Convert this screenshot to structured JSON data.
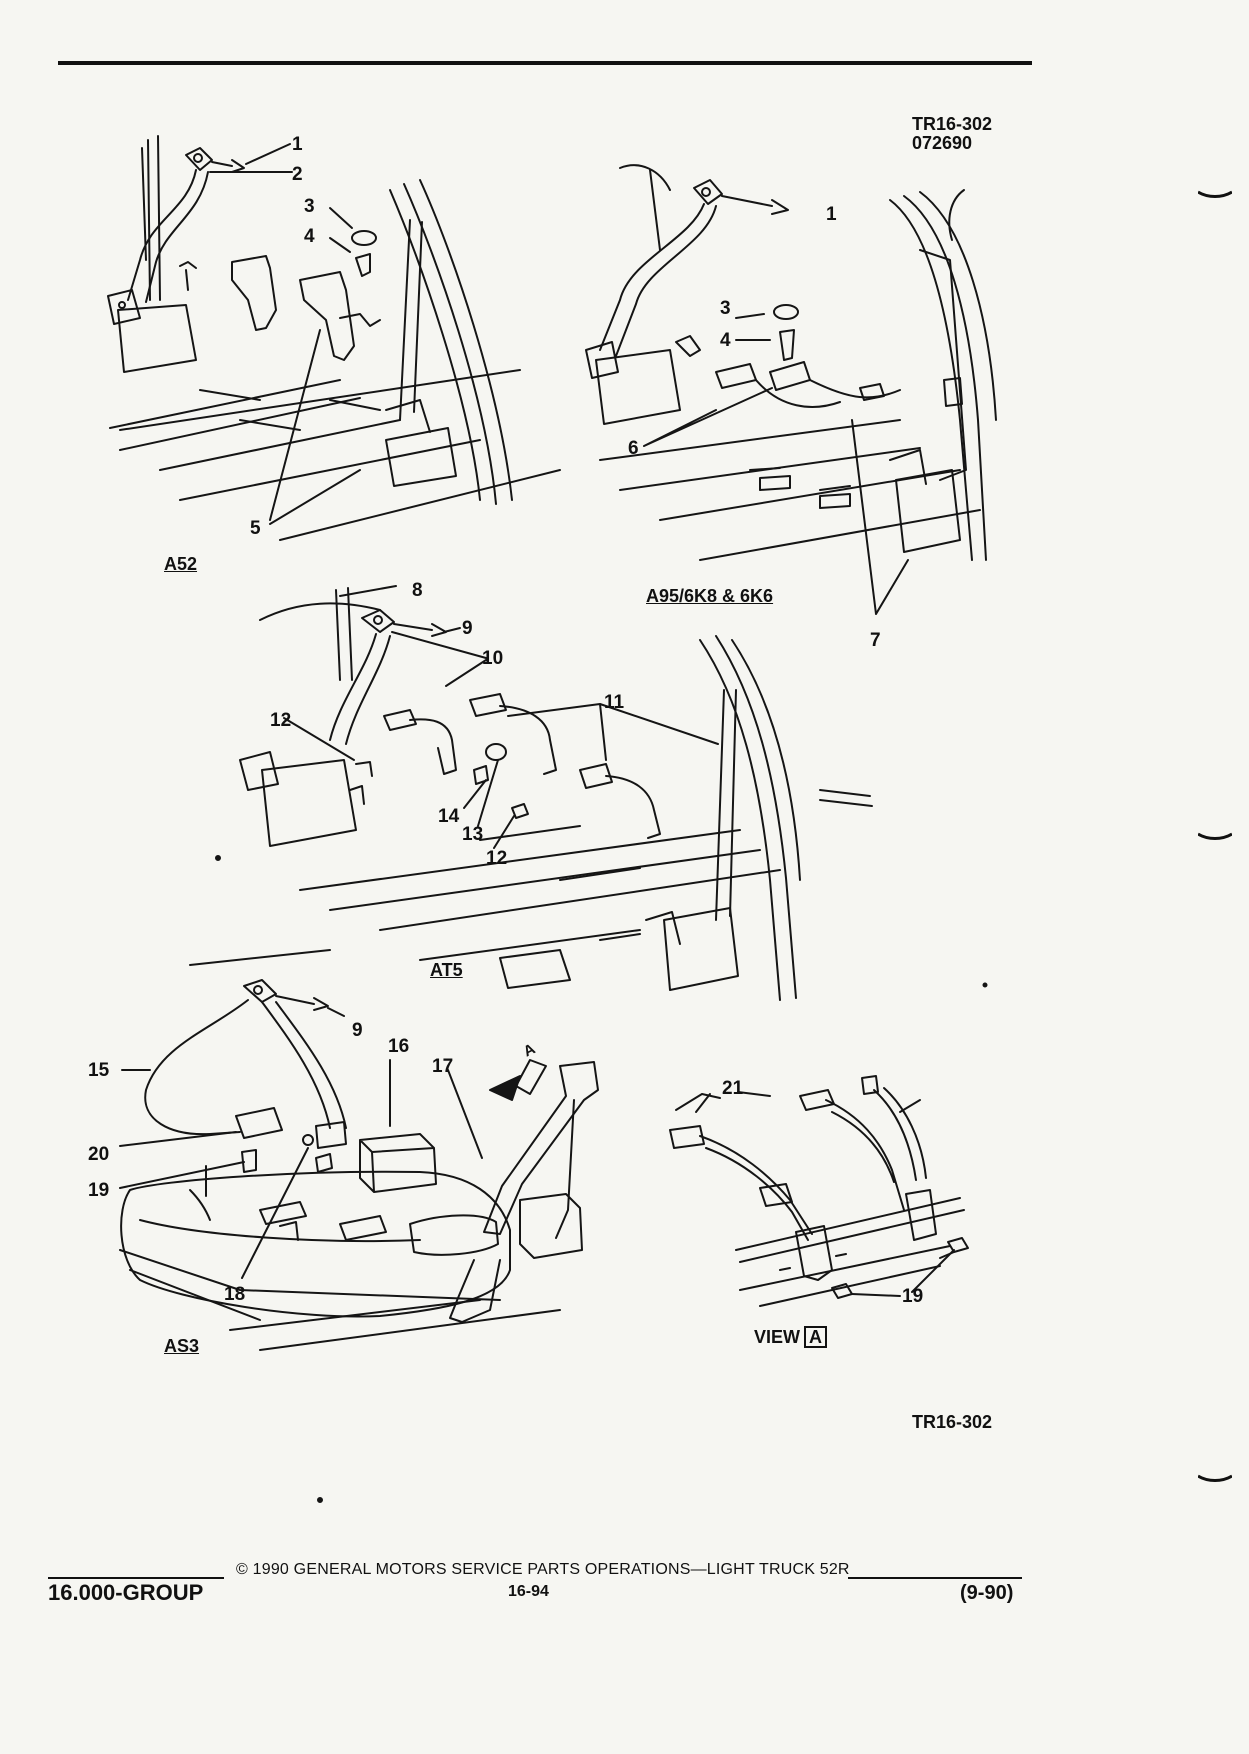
{
  "header": {
    "ref_code": "TR16-302",
    "ref_date": "072690"
  },
  "figures": {
    "a52": {
      "label": "A52"
    },
    "a95": {
      "label": "A95/6K8 & 6K6"
    },
    "at5": {
      "label": "AT5"
    },
    "as3": {
      "label": "AS3"
    },
    "view_a": {
      "label": "VIEW",
      "box": "A"
    }
  },
  "callouts": {
    "a52": [
      "1",
      "2",
      "3",
      "4",
      "5"
    ],
    "a95": [
      "1",
      "3",
      "4",
      "6",
      "7"
    ],
    "at5": [
      "8",
      "9",
      "10",
      "11",
      "12",
      "12",
      "13",
      "14"
    ],
    "as3": [
      "9",
      "15",
      "16",
      "17",
      "18",
      "19",
      "20",
      "A"
    ],
    "view_a": [
      "21",
      "19"
    ]
  },
  "bottom_ref": "TR16-302",
  "footer": {
    "copyright": "© 1990 GENERAL MOTORS SERVICE PARTS OPERATIONS—LIGHT TRUCK 52R",
    "group": "16.000-GROUP",
    "page": "16-94",
    "date": "(9-90)"
  }
}
